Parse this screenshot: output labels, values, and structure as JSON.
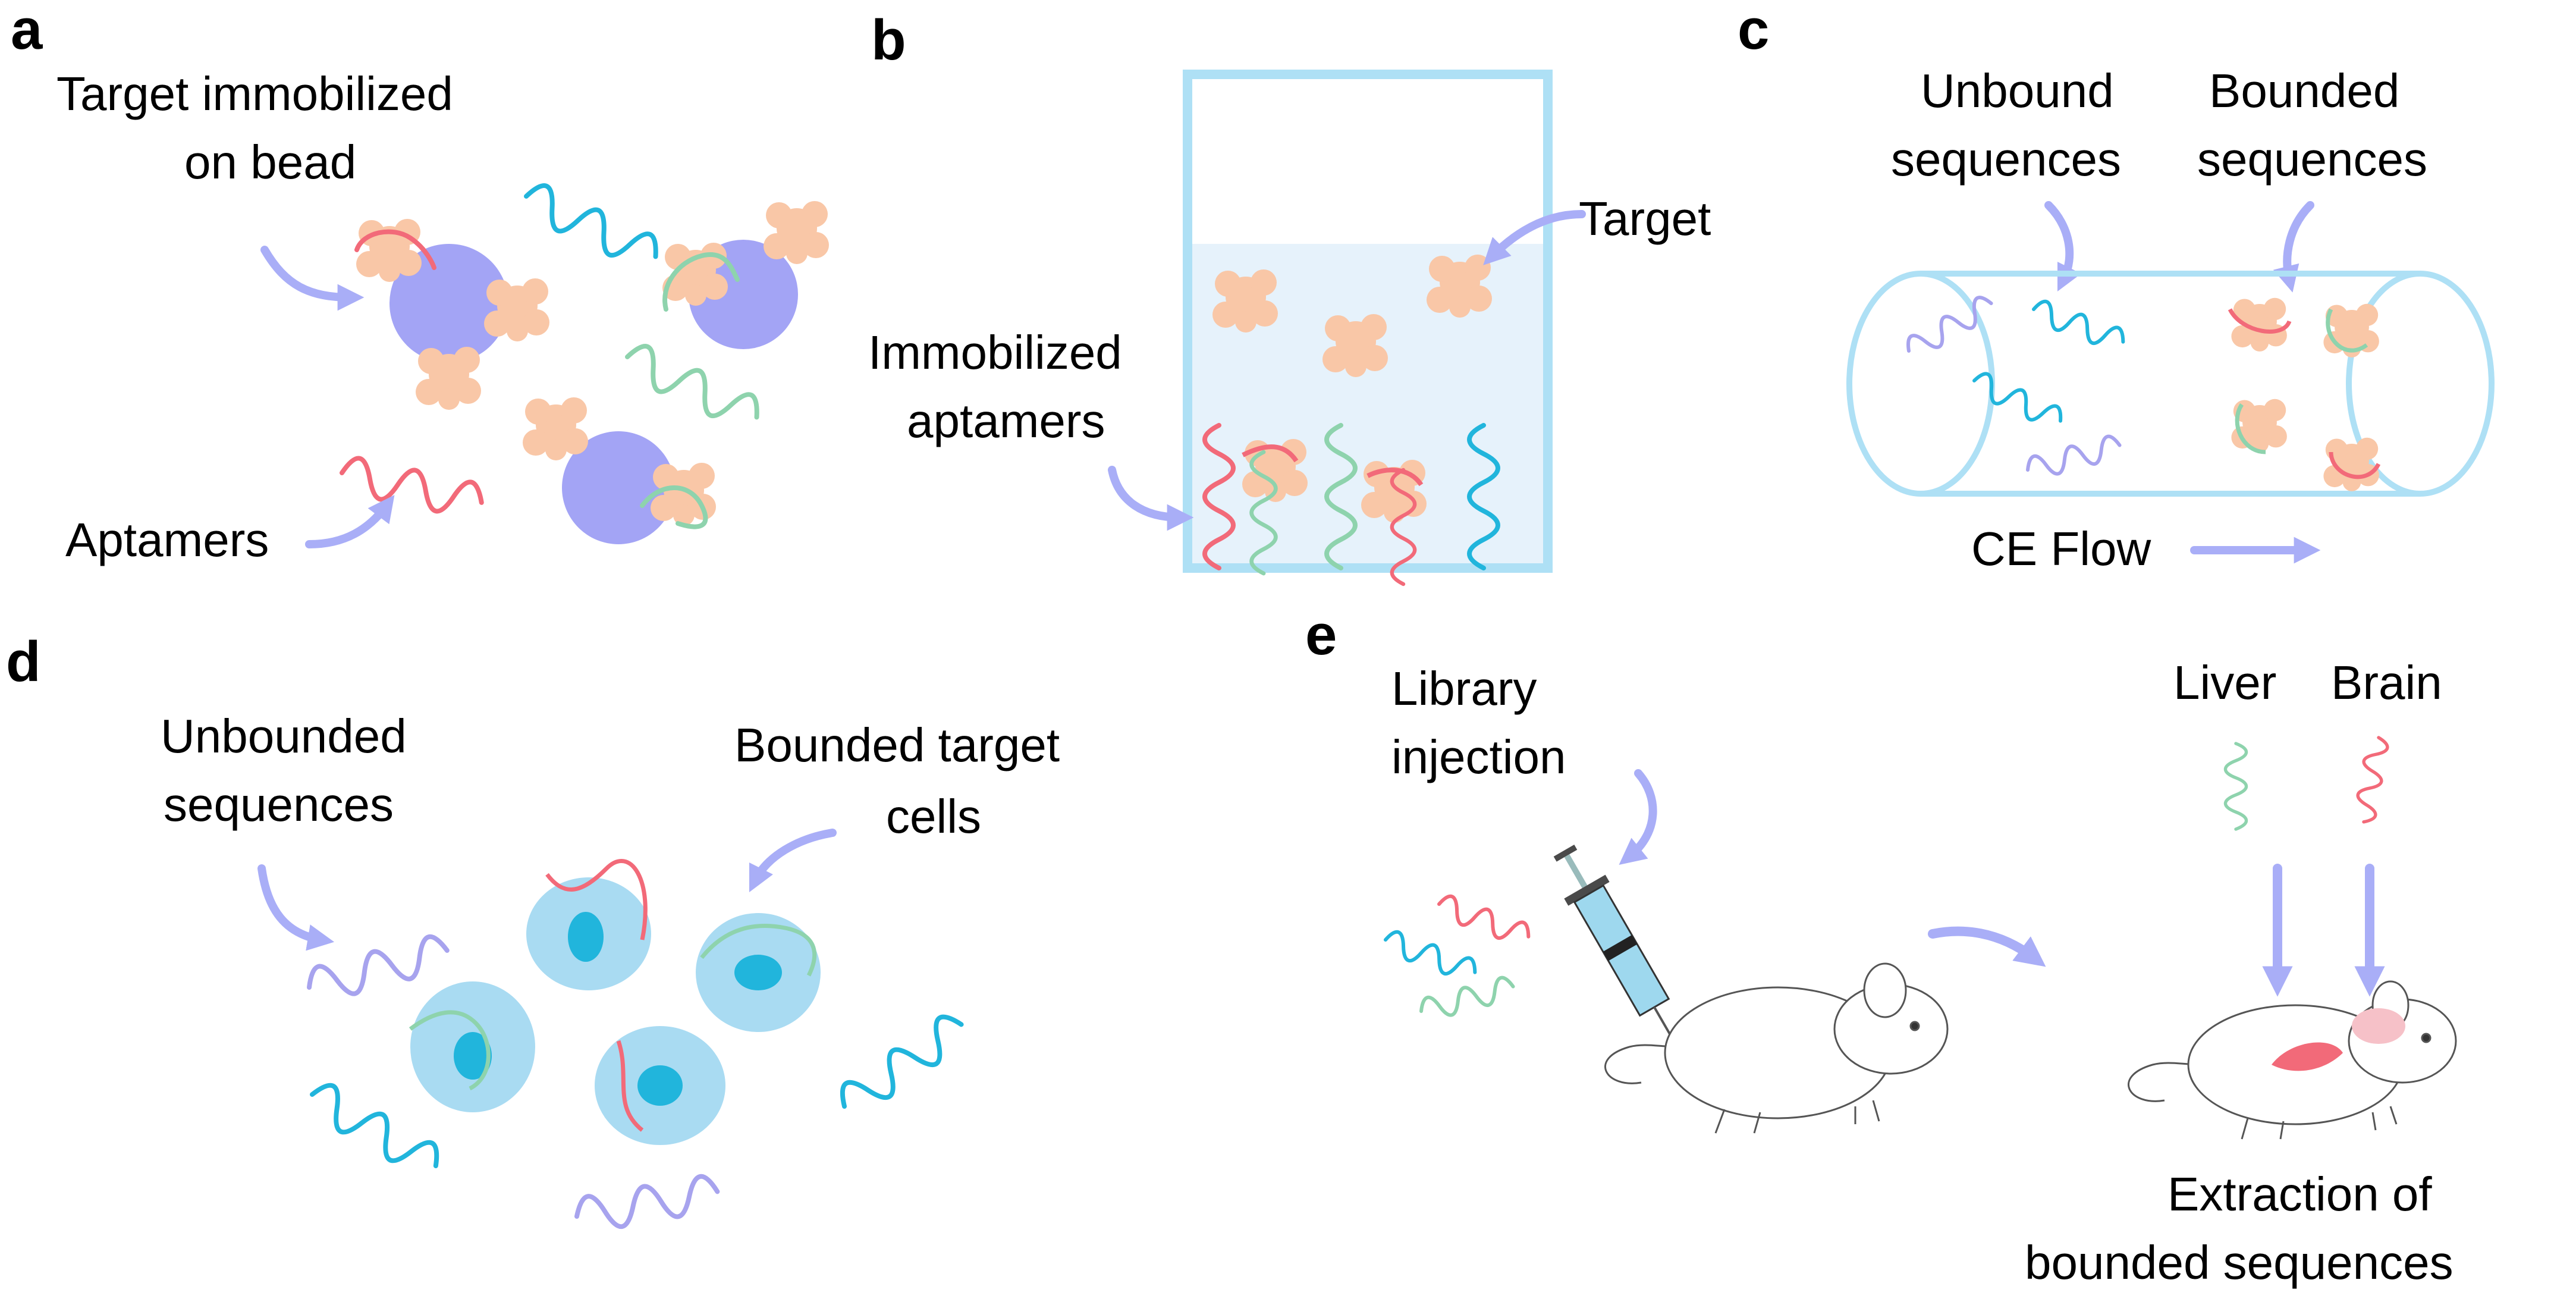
{
  "panels": {
    "a": {
      "letter": "a",
      "target_label_line1": "Target immobilized",
      "target_label_line2": "on bead",
      "aptamers_label": "Aptamers"
    },
    "b": {
      "letter": "b",
      "target_label": "Target",
      "immobilized_line1": "Immobilized",
      "immobilized_line2": "aptamers"
    },
    "c": {
      "letter": "c",
      "unbound_line1": "Unbound",
      "unbound_line2": "sequences",
      "bounded_line1": "Bounded",
      "bounded_line2": "sequences",
      "flow_label": "CE Flow"
    },
    "d": {
      "letter": "d",
      "unbounded_line1": "Unbounded",
      "unbounded_line2": "sequences",
      "bounded_cells_line1": "Bounded target",
      "bounded_cells_line2": "cells"
    },
    "e": {
      "letter": "e",
      "library_line1": "Library",
      "library_line2": "injection",
      "liver_label": "Liver",
      "brain_label": "Brain",
      "extraction_line1": "Extraction of",
      "extraction_line2": "bounded sequences"
    }
  },
  "colors": {
    "arrow": "#a9aef7",
    "bead": "#a3a4f5",
    "target": "#f9c7a7",
    "strand_blue": "#21b5dc",
    "strand_red": "#f26a79",
    "strand_green": "#8ed3ad",
    "strand_purple": "#a7a3ee",
    "container": "#aee0f5",
    "liquid": "#e6f2fb",
    "cell": "#a9dbf2",
    "nucleus": "#21b5dc"
  }
}
